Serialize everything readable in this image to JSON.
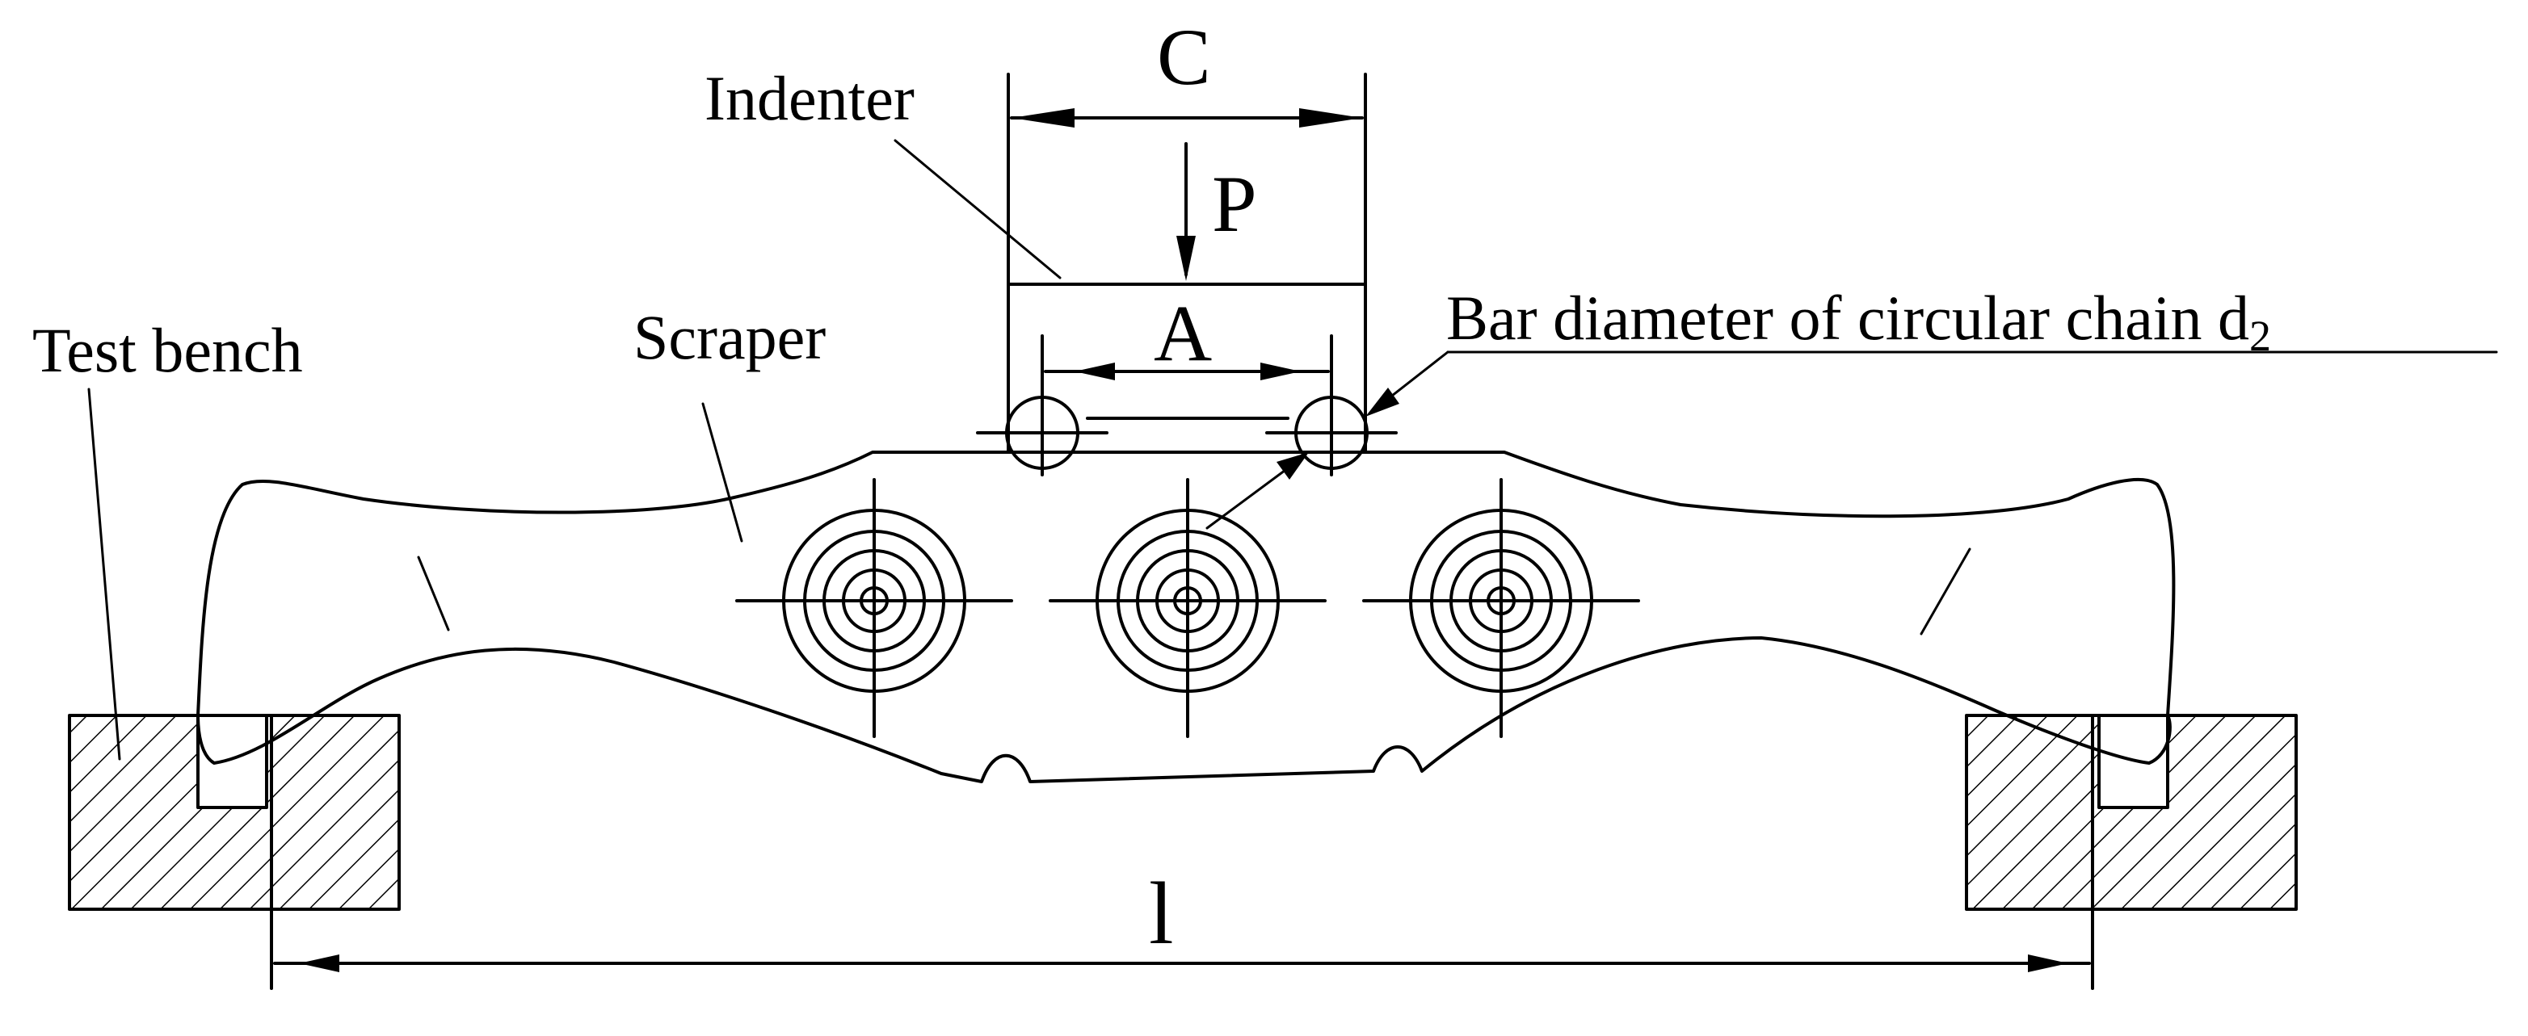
{
  "figure": {
    "labels": {
      "indenter": "Indenter",
      "test_bench": "Test bench",
      "scraper": "Scraper",
      "bar_diameter": "Bar diameter of circular chain d",
      "bar_diameter_subscript": "2",
      "dim_c": "C",
      "dim_p": "P",
      "dim_a": "A",
      "dim_l": "l"
    },
    "colors": {
      "line": "#000000",
      "background": "#ffffff"
    }
  }
}
